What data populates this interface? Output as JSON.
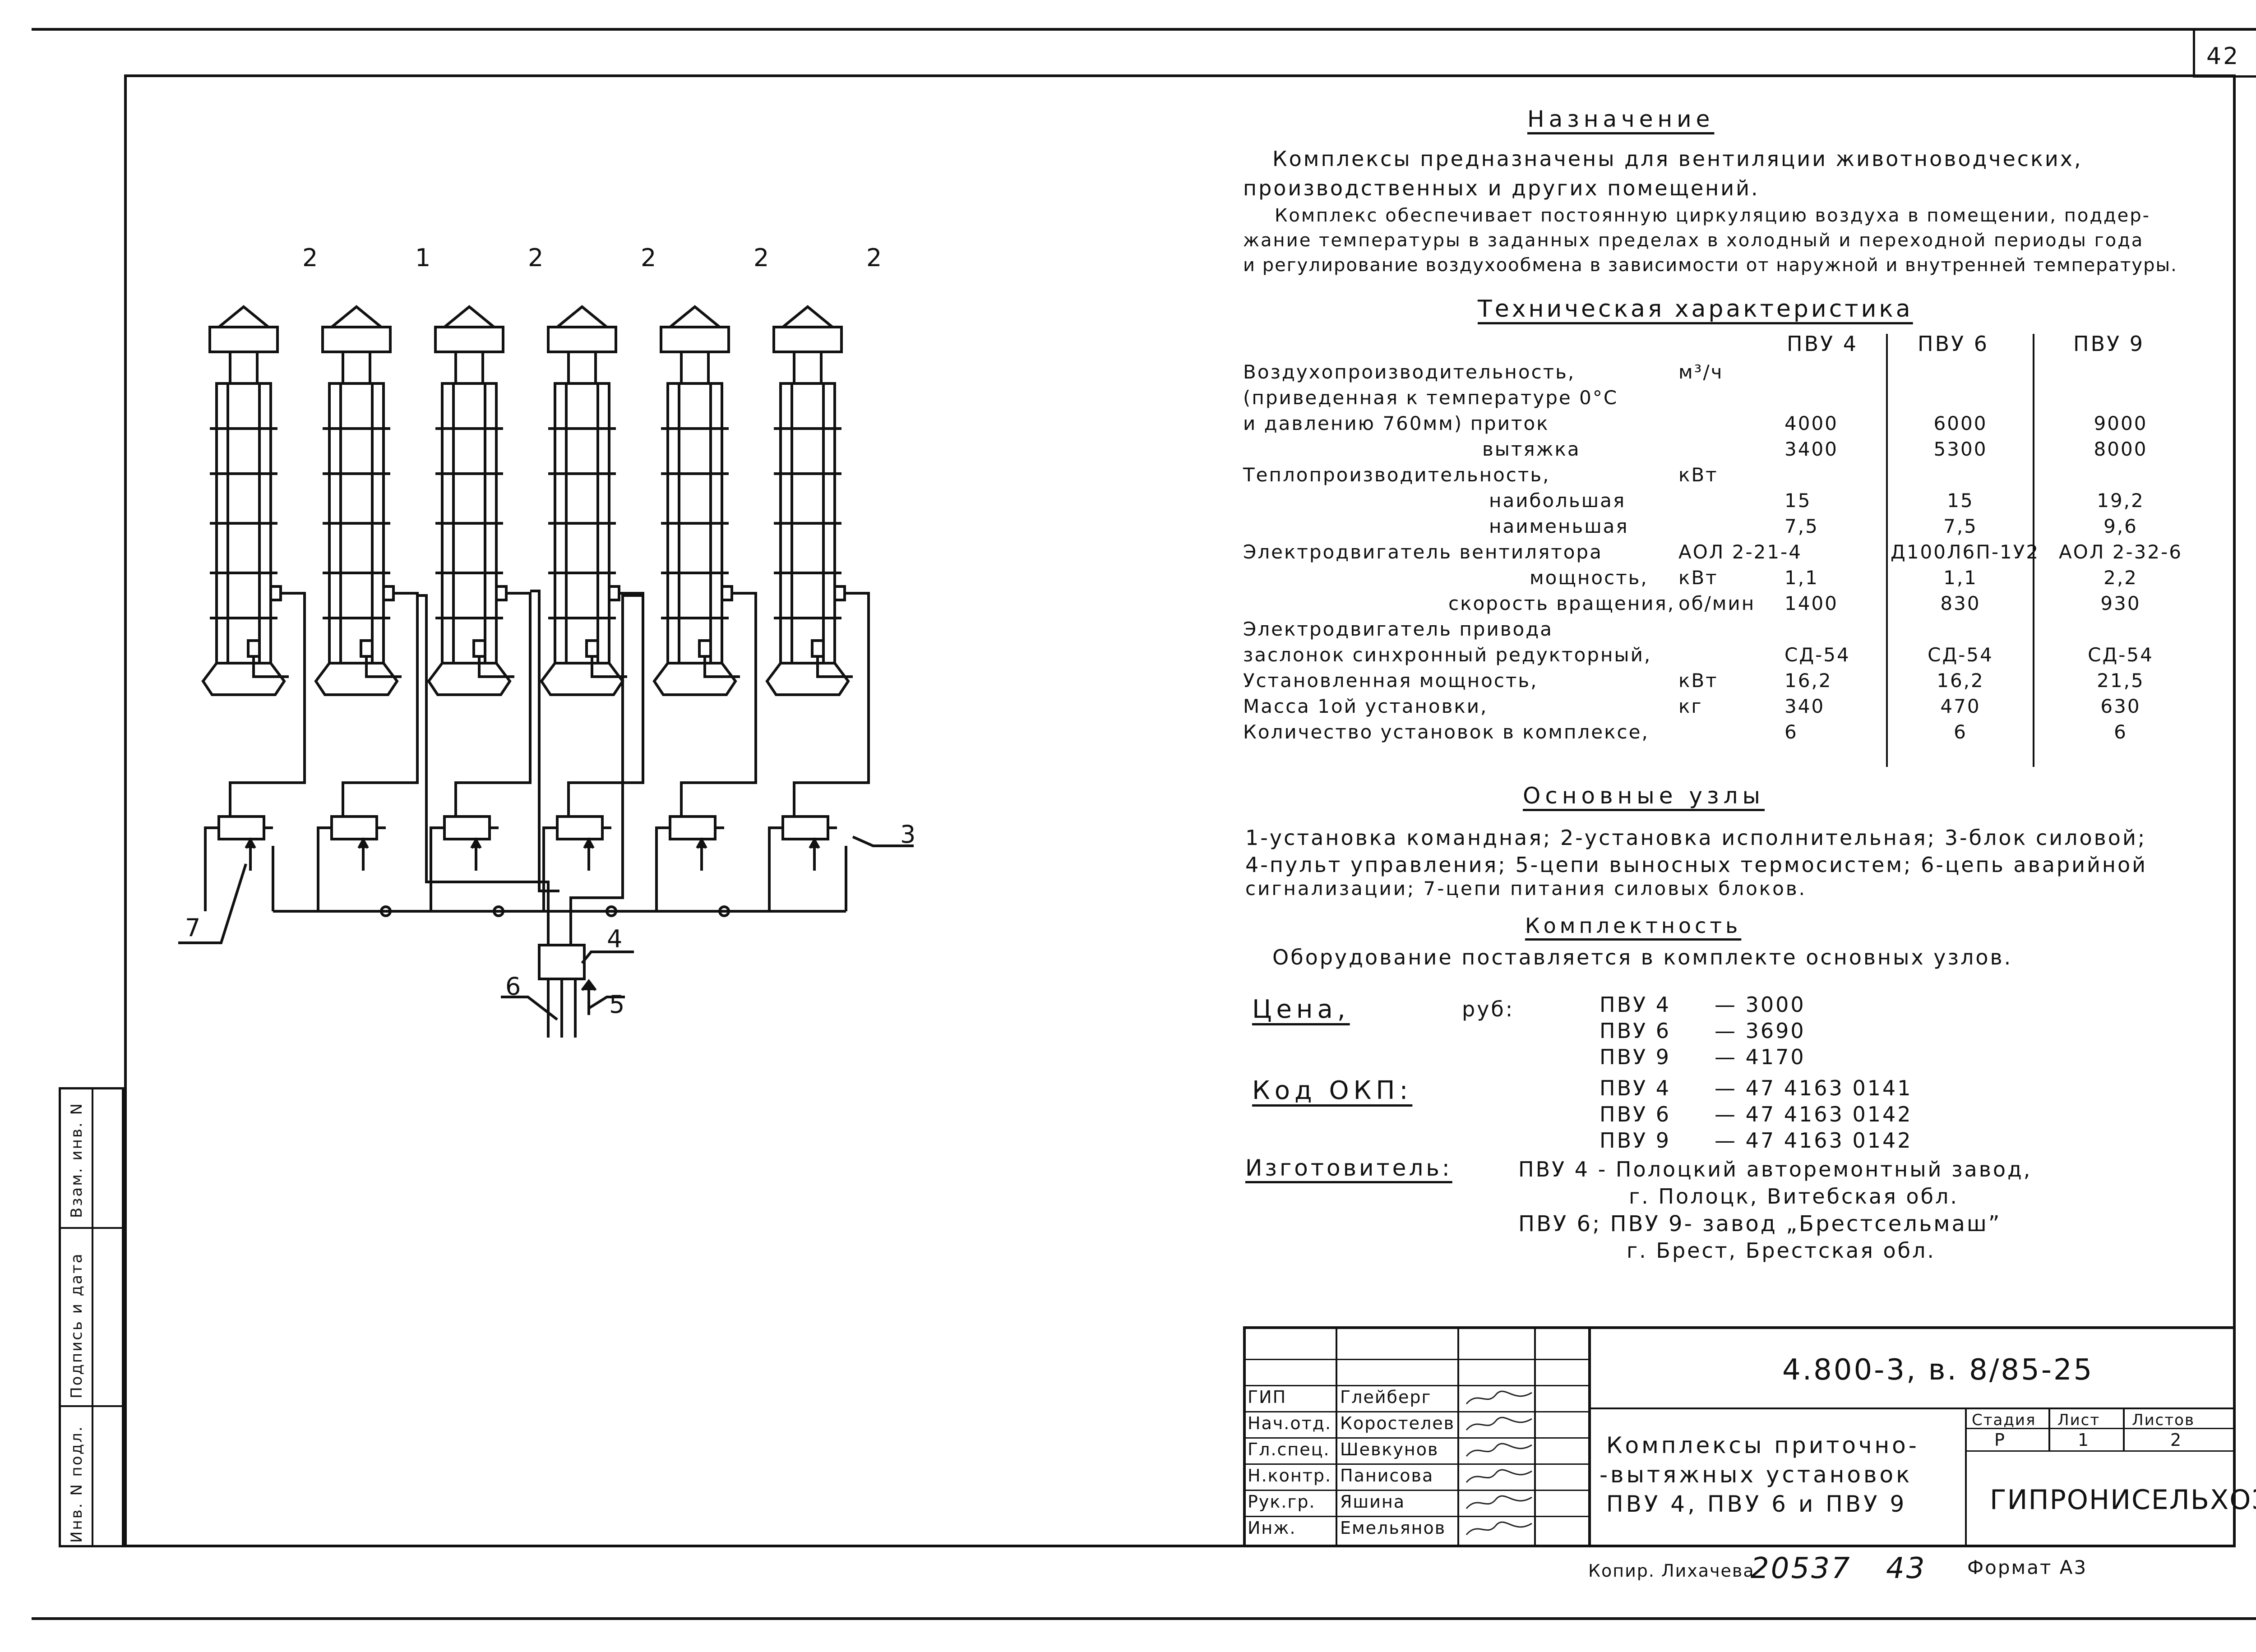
{
  "sheet_number": "42",
  "purpose": {
    "heading": "Назначение",
    "p1a": "Комплексы предназначены для вентиляции животноводческих,",
    "p1b": "производственных и других помещений.",
    "p2a": "Комплекс обеспечивает постоянную циркуляцию воздуха в помещении, поддер-",
    "p2b": "жание температуры в заданных пределах в холодный и переходной периоды года",
    "p2c": "и регулирование воздухообмена в зависимости от наружной и внутренней температуры."
  },
  "tech": {
    "heading": "Техническая характеристика",
    "columns": [
      "ПВУ 4",
      "ПВУ 6",
      "ПВУ 9"
    ],
    "rows": [
      {
        "label": "Воздухопроизводительность,",
        "unit": "м³/ч",
        "v": [
          "",
          "",
          ""
        ]
      },
      {
        "label": "(приведенная к температуре 0°С",
        "unit": "",
        "v": [
          "",
          "",
          ""
        ]
      },
      {
        "label": "и давлению 760мм)  приток",
        "unit": "",
        "v": [
          "4000",
          "6000",
          "9000"
        ]
      },
      {
        "label": "вытяжка",
        "unit": "",
        "v": [
          "3400",
          "5300",
          "8000"
        ]
      },
      {
        "label": "Теплопроизводительность,",
        "unit": "кВт",
        "v": [
          "",
          "",
          ""
        ]
      },
      {
        "label": "наибольшая",
        "unit": "",
        "v": [
          "15",
          "15",
          "19,2"
        ]
      },
      {
        "label": "наименьшая",
        "unit": "",
        "v": [
          "7,5",
          "7,5",
          "9,6"
        ]
      },
      {
        "label": "Электродвигатель вентилятора",
        "unit": "АОЛ 2-21-4",
        "v": [
          "",
          "Д100Л6П-1У2",
          "АОЛ 2-32-6"
        ]
      },
      {
        "label": "мощность,",
        "unit": "кВт",
        "v": [
          "1,1",
          "1,1",
          "2,2"
        ]
      },
      {
        "label": "скорость вращения,",
        "unit": "об/мин",
        "v": [
          "1400",
          "830",
          "930"
        ]
      },
      {
        "label": "Электродвигатель привода",
        "unit": "",
        "v": [
          "",
          "",
          ""
        ]
      },
      {
        "label": "заслонок синхронный редукторный,",
        "unit": "",
        "v": [
          "СД-54",
          "СД-54",
          "СД-54"
        ]
      },
      {
        "label": "Установленная мощность,",
        "unit": "кВт",
        "v": [
          "16,2",
          "16,2",
          "21,5"
        ]
      },
      {
        "label": "Масса 1ой установки,",
        "unit": "кг",
        "v": [
          "340",
          "470",
          "630"
        ]
      },
      {
        "label": "Количество установок в комплексе,",
        "unit": "",
        "v": [
          "6",
          "6",
          "6"
        ]
      }
    ]
  },
  "nodes": {
    "heading": "Основные узлы",
    "l1": "1-установка командная; 2-установка исполнительная; 3-блок силовой;",
    "l2": "4-пульт управления; 5-цепи выносных термосистем; 6-цепь аварийной",
    "l3": "сигнализации; 7-цепи питания силовых блоков."
  },
  "completeness": {
    "heading": "Комплектность",
    "text": "Оборудование поставляется в комплекте основных узлов."
  },
  "price": {
    "label": "Цена,",
    "unit": "руб:",
    "items": [
      {
        "model": "ПВУ 4",
        "value": "— 3000"
      },
      {
        "model": "ПВУ 6",
        "value": "— 3690"
      },
      {
        "model": "ПВУ 9",
        "value": "— 4170"
      }
    ]
  },
  "okp": {
    "label": "Код ОКП:",
    "items": [
      {
        "model": "ПВУ 4",
        "value": "— 47 4163 0141"
      },
      {
        "model": "ПВУ 6",
        "value": "— 47 4163 0142"
      },
      {
        "model": "ПВУ 9",
        "value": "— 47 4163 0142"
      }
    ]
  },
  "maker": {
    "label": "Изготовитель:",
    "l1": "ПВУ 4 - Полоцкий авторемонтный завод,",
    "l2": "г. Полоцк, Витебская обл.",
    "l3": "ПВУ 6; ПВУ 9- завод „Брестсельмаш”",
    "l4": "г. Брест, Брестская обл."
  },
  "diagram_labels": {
    "top": [
      "2",
      "1",
      "2",
      "2",
      "2",
      "2"
    ],
    "n3": "3",
    "n4": "4",
    "n5": "5",
    "n6": "6",
    "n7": "7"
  },
  "side_stamp": [
    "Инв. N подл.",
    "Подпись и дата",
    "Взам. инв. N"
  ],
  "title_block": {
    "doc_code": "4.800-3, в. 8/85-25",
    "roles": [
      {
        "role": "ГИП",
        "name": "Глейберг"
      },
      {
        "role": "Нач.отд.",
        "name": "Коростелев"
      },
      {
        "role": "Гл.спец.",
        "name": "Шевкунов"
      },
      {
        "role": "Н.контр.",
        "name": "Панисова"
      },
      {
        "role": "Рук.гр.",
        "name": "Яшина"
      },
      {
        "role": "Инж.",
        "name": "Емельянов"
      }
    ],
    "title_l1": "Комплексы приточно-",
    "title_l2": "-вытяжных установок",
    "title_l3": "ПВУ 4, ПВУ 6 и ПВУ 9",
    "stage_h": "Стадия",
    "sheet_h": "Лист",
    "sheets_h": "Листов",
    "stage": "Р",
    "sheet": "1",
    "sheets": "2",
    "org": "ГИПРОНИСЕЛЬХОЗ"
  },
  "footer": {
    "copier": "Копир. Лихачева",
    "num1": "20537",
    "num2": "43",
    "format": "Формат А3"
  }
}
